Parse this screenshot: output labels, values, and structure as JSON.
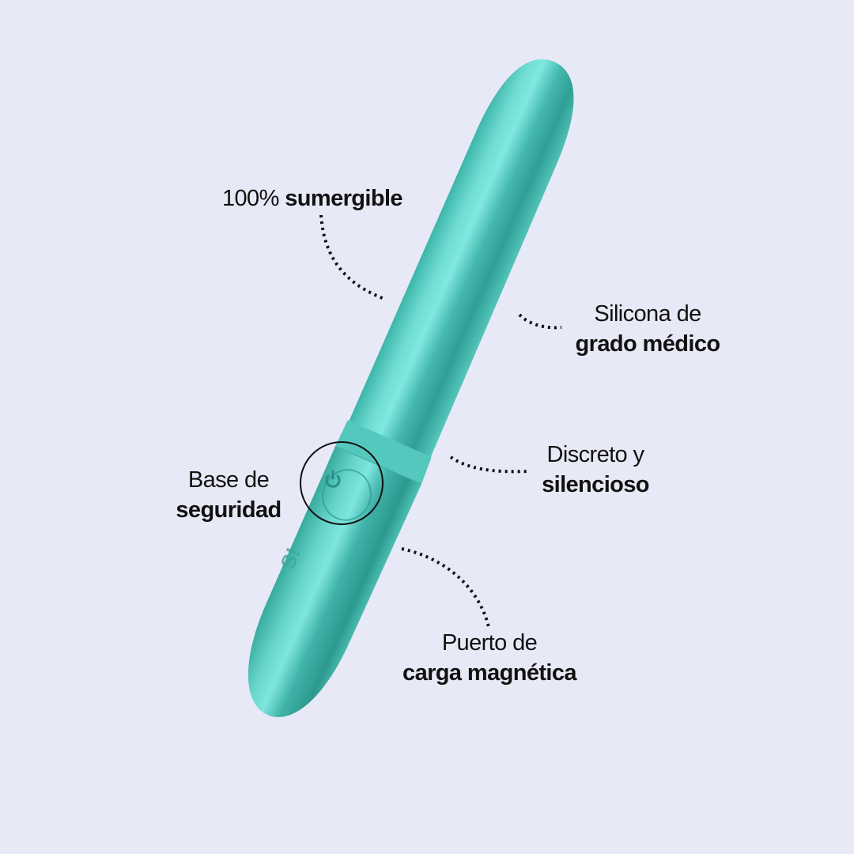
{
  "infographic": {
    "background_color": "#e8e9f6",
    "product": {
      "name": "teal bullet vibrator",
      "color_main": "#4fc9bd",
      "color_light": "#7fe8df",
      "color_dark": "#2f9f95",
      "logo_text": "S!",
      "button_icon": "power-icon"
    },
    "callouts": [
      {
        "id": "sumergible",
        "regular": "100% ",
        "bold": "sumergible"
      },
      {
        "id": "silicona",
        "line1": "Silicona de",
        "line2": "grado médico"
      },
      {
        "id": "discreto",
        "line1": "Discreto y",
        "line2": "silencioso"
      },
      {
        "id": "base",
        "line1": "Base de",
        "line2": "seguridad"
      },
      {
        "id": "puerto",
        "line1": "Puerto de",
        "line2": "carga magnética"
      }
    ]
  }
}
